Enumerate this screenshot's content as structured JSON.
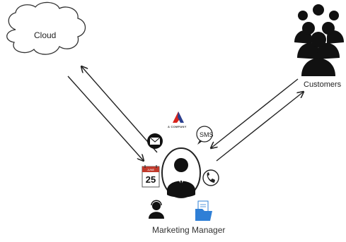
{
  "nodes": {
    "cloud": {
      "label": "Cloud"
    },
    "customers": {
      "label": "Customers"
    },
    "manager": {
      "label": "Marketing Manager"
    }
  },
  "channels": {
    "brand": {
      "icon": "brand-logo-icon",
      "text": "A COMPANY"
    },
    "email": {
      "icon": "envelope-icon"
    },
    "sms": {
      "icon": "sms-bubble-icon",
      "text": "SMS"
    },
    "calendar": {
      "icon": "calendar-icon",
      "day": "25",
      "month": "JUNE"
    },
    "phone": {
      "icon": "phone-icon"
    },
    "support": {
      "icon": "headset-person-icon"
    },
    "files": {
      "icon": "folder-icon"
    }
  },
  "edges": [
    {
      "from": "cloud",
      "to": "manager",
      "style": "double-arrow"
    },
    {
      "from": "customers",
      "to": "manager",
      "style": "double-arrow"
    }
  ],
  "colors": {
    "line": "#222222",
    "brand_red": "#d9241c",
    "brand_blue": "#2a3f8f",
    "folder_blue": "#2f7fd6",
    "calendar_red": "#c0392b"
  }
}
